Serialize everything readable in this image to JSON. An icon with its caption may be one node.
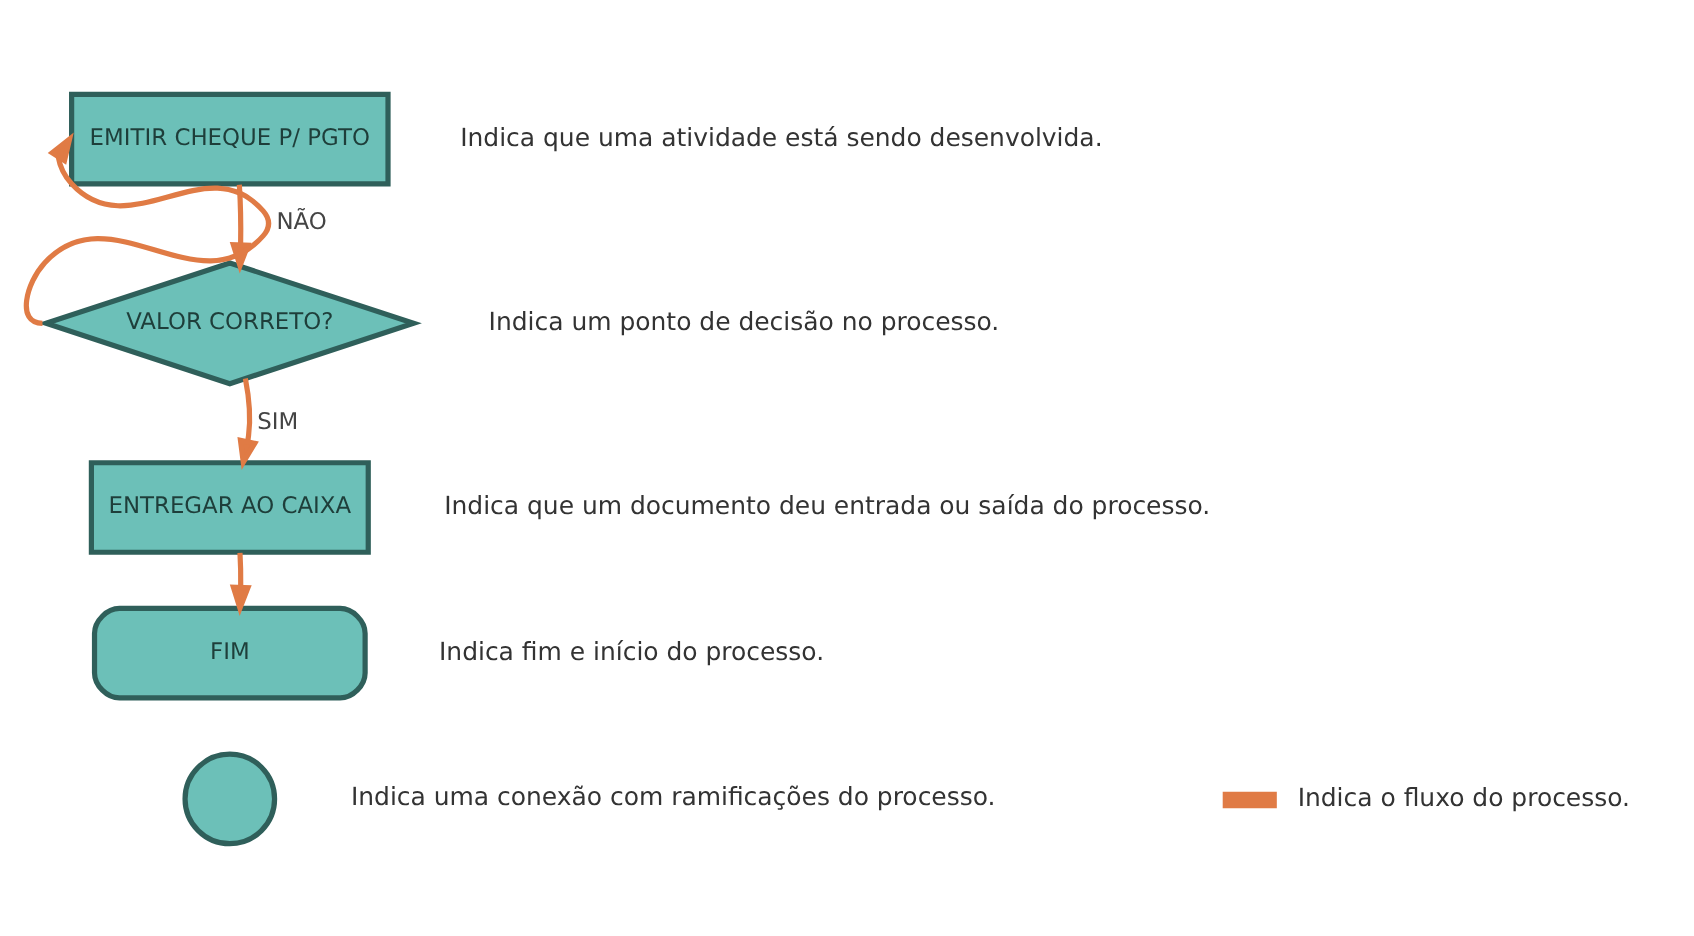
{
  "diagram": {
    "nodes": [
      {
        "text": [
          "EMITIR CHEQUE P/ PGTO"
        ],
        "beside": [
          "Indica que uma atividade está sendo desenvolvida."
        ]
      },
      {
        "text": [
          "VALOR CORRETO?"
        ],
        "beside": [
          "Indica um ponto de decisão no processo."
        ]
      },
      {
        "text": [
          "ENTREGAR AO CAIXA"
        ],
        "beside": [
          "Indica que um documento deu entrada ou saída do processo."
        ]
      },
      {
        "text": [
          "FIM"
        ],
        "beside": [
          "Indica fim e início do processo."
        ]
      },
      {
        "text": [],
        "shape": "circle",
        "beside": [
          "Indica uma conexão com ramificações do processo."
        ]
      }
    ],
    "edges": [
      {
        "from": 0,
        "to": 1,
        "arrow": "to"
      },
      {
        "from": 1,
        "to": 2,
        "arrow": "to",
        "label": "SIM"
      },
      {
        "from": 1,
        "to": 0,
        "arrow": "to",
        "label": "NÃO"
      },
      {
        "from": 2,
        "to": 3,
        "arrow": "to"
      }
    ],
    "legend": [
      {
        "text": "Indica o fluxo do processo."
      }
    ]
  }
}
